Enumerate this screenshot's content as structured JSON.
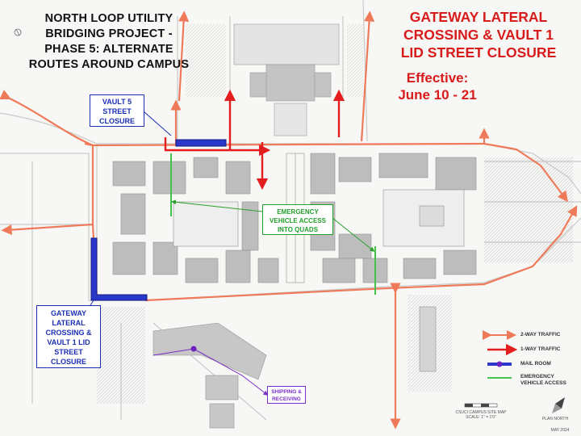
{
  "map_title": "NORTH LOOP UTILITY BRIDGING PROJECT - PHASE 5: ALTERNATE ROUTES AROUND CAMPUS",
  "map_title_lines": [
    "NORTH LOOP UTILITY",
    "BRIDGING PROJECT -",
    "PHASE 5: ALTERNATE",
    "ROUTES AROUND CAMPUS"
  ],
  "closure_title_lines": [
    "GATEWAY LATERAL",
    "CROSSING & VAULT 1",
    "LID STREET CLOSURE"
  ],
  "effective": {
    "label": "Effective:",
    "dates": "June 10 - 21"
  },
  "callouts": {
    "vault5_lines": [
      "VAULT 5",
      "STREET",
      "CLOSURE"
    ],
    "gateway_lines": [
      "GATEWAY",
      "LATERAL",
      "CROSSING &",
      "VAULT 1 LID",
      "STREET",
      "CLOSURE"
    ],
    "emergency_lines": [
      "EMERGENCY",
      "VEHICLE ACCESS",
      "INTO QUADS"
    ],
    "shipping_lines": [
      "SHIPPING &",
      "RECEIVING"
    ]
  },
  "legend": {
    "two_way": "2-WAY TRAFFIC",
    "one_way": "1-WAY TRAFFIC",
    "mail_room": "MAIL ROOM",
    "emergency": "EMERGENCY VEHICLE ACCESS",
    "emergency_lines": [
      "EMERGENCY",
      "VEHICLE ACCESS"
    ]
  },
  "footer": {
    "map_name": "CSUCI CAMPUS SITE MAP",
    "scale": "SCALE: 1\" = 1'0\"",
    "north": "PLAN NORTH",
    "date": "MAY 2024"
  },
  "colors": {
    "two_way": "#ef7a5a",
    "one_way": "#e41e1e",
    "closure": "#2a37c9",
    "mail": "#7a2fc8",
    "emergency": "#46c24a",
    "closure_text": "#d81b1b",
    "callout_blue": "#1c2fb3"
  }
}
